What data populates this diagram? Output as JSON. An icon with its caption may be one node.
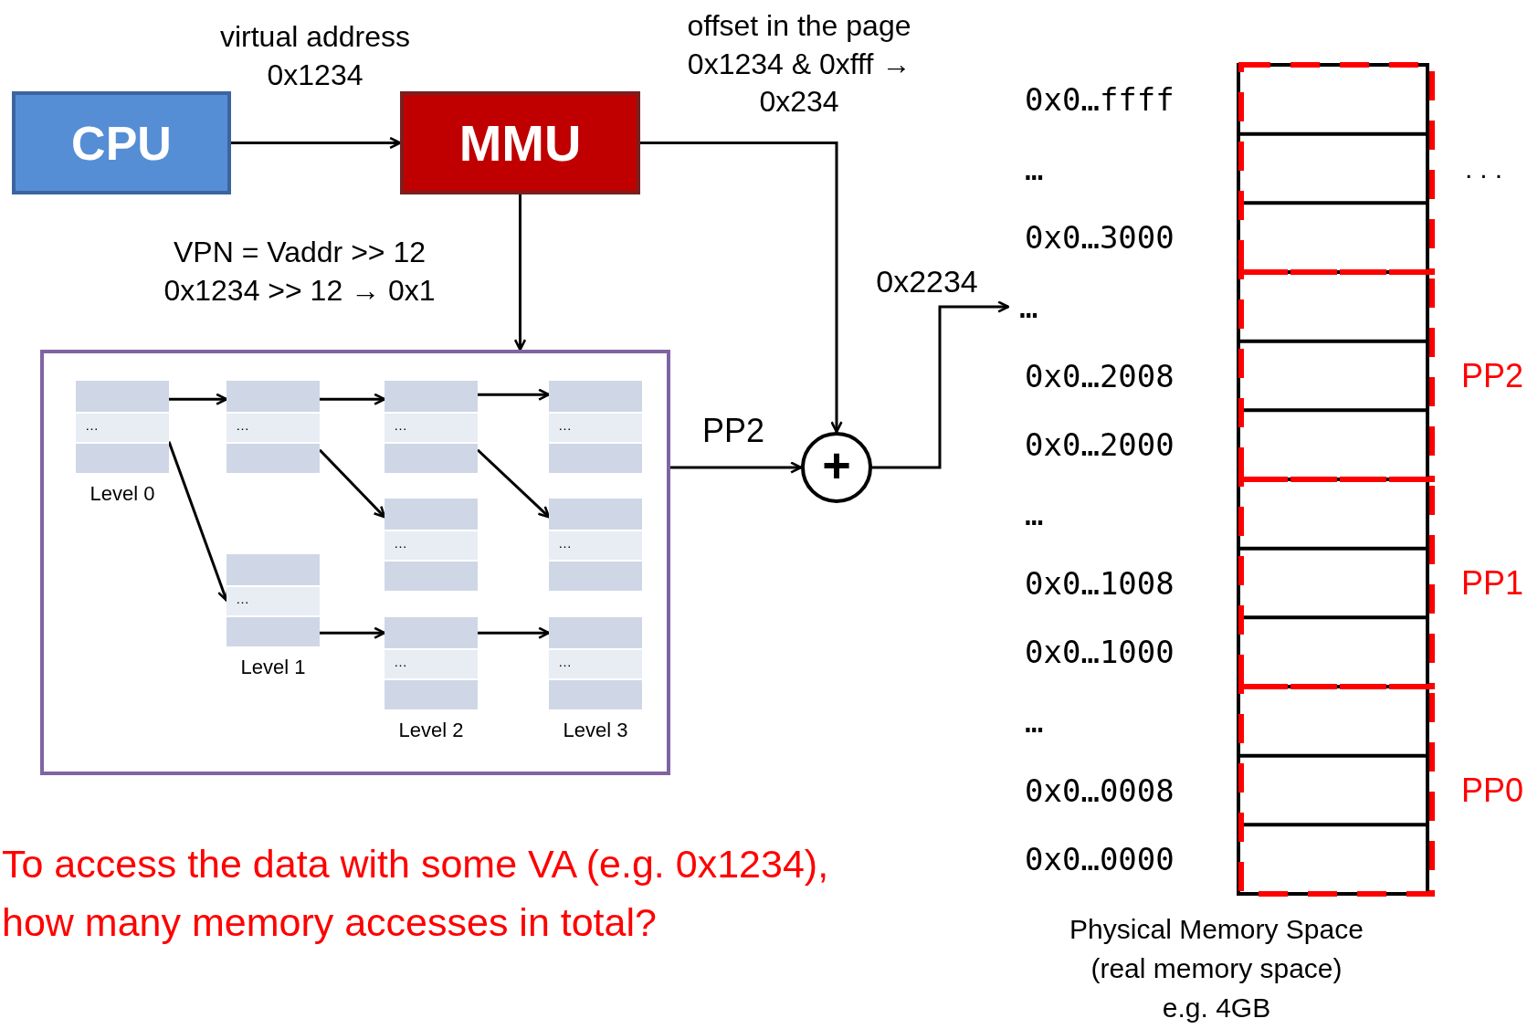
{
  "diagram": {
    "nodes": [
      {
        "text": [
          "CPU"
        ]
      },
      {
        "text": [
          "MMU"
        ]
      },
      {
        "text": [],
        "shape": "box"
      },
      {
        "text": [
          "…"
        ],
        "in": 2,
        "beside": [
          "Level 0"
        ]
      },
      {
        "text": [
          "…"
        ],
        "in": 2
      },
      {
        "text": [
          "…"
        ],
        "in": 2
      },
      {
        "text": [
          "…"
        ],
        "in": 2
      },
      {
        "text": [
          "…"
        ],
        "in": 2
      },
      {
        "text": [
          "…"
        ],
        "in": 2
      },
      {
        "text": [
          "…"
        ],
        "in": 2,
        "beside": [
          "Level 1"
        ]
      },
      {
        "text": [
          "…"
        ],
        "in": 2,
        "beside": [
          "Level 2"
        ]
      },
      {
        "text": [
          "…"
        ],
        "in": 2,
        "beside": [
          "Level 3"
        ]
      },
      {
        "text": [
          "+"
        ]
      },
      {
        "text": [
          "…"
        ]
      }
    ],
    "edges": [
      {
        "from": 0,
        "to": 1,
        "arrow": "to",
        "label": "virtual address 0x1234"
      },
      {
        "from": 1,
        "to": 2,
        "arrow": "to",
        "label": "VPN = Vaddr >> 12 0x1234 >> 12 → 0x1"
      },
      {
        "from": 1,
        "to": 12,
        "arrow": "to",
        "label": "offset in the page 0x1234 & 0xfff → 0x234"
      },
      {
        "from": 2,
        "to": 12,
        "arrow": "to",
        "label": "PP2"
      },
      {
        "from": 12,
        "to": 13,
        "arrow": "to",
        "label": "0x2234"
      },
      {
        "from": 3,
        "to": 4,
        "arrow": "to"
      },
      {
        "from": 4,
        "to": 5,
        "arrow": "to"
      },
      {
        "from": 5,
        "to": 6,
        "arrow": "to"
      },
      {
        "from": 3,
        "to": 9,
        "arrow": "to"
      },
      {
        "from": 4,
        "to": 7,
        "arrow": "to"
      },
      {
        "from": 5,
        "to": 8,
        "arrow": "to"
      },
      {
        "from": 9,
        "to": 10,
        "arrow": "to"
      },
      {
        "from": 10,
        "to": 11,
        "arrow": "to"
      }
    ],
    "labels": [
      "0x0…ffff",
      "…",
      "...",
      "0x0…3000",
      "0x0…2008",
      "PP2",
      "0x0…2000",
      "…",
      "0x0…1008",
      "PP1",
      "0x0…1000",
      "…",
      "0x0…0008",
      "PP0",
      "0x0…0000",
      "To access the data with some VA (e.g. 0x1234), how many memory accesses in total?",
      "Physical Memory Space (real memory space) e.g. 4GB"
    ]
  }
}
